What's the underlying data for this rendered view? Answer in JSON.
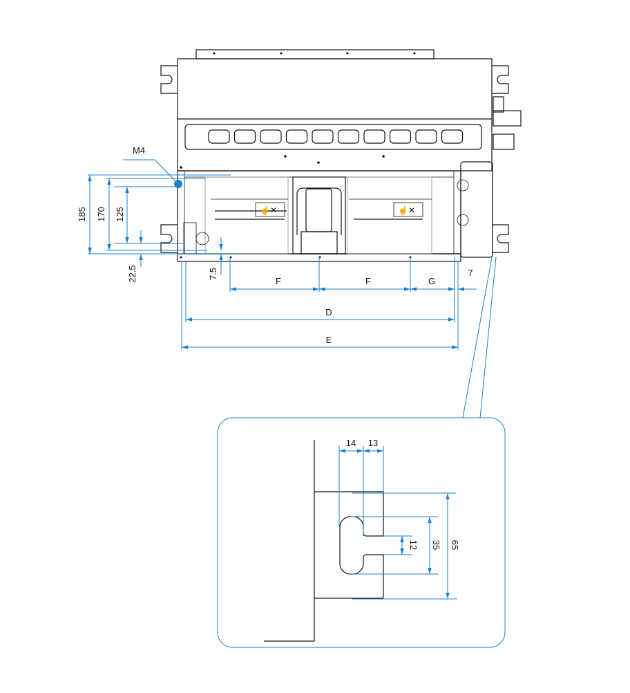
{
  "colors": {
    "dimension": "#1a7fcf",
    "outline": "#111111"
  },
  "main_view": {
    "callout": "M4",
    "vertical_dims": {
      "d185": "185",
      "d170": "170",
      "d125": "125",
      "d22_5": "22.5",
      "d7_5": "7.5"
    },
    "horizontal_dims": {
      "f1": "F",
      "f2": "F",
      "g": "G",
      "seven": "7",
      "d": "D",
      "e": "E"
    }
  },
  "detail_view": {
    "dims": {
      "d14": "14",
      "d13": "13",
      "d12": "12",
      "d35": "35",
      "d65": "65"
    }
  }
}
